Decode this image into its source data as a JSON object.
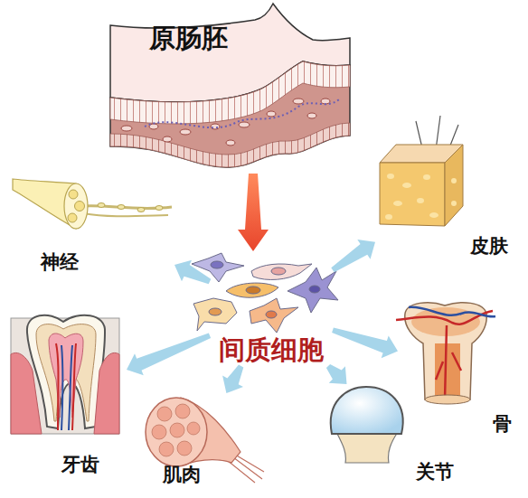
{
  "diagram": {
    "nodes": [
      {
        "text": [
          "原肠胚"
        ]
      },
      {
        "text": [
          "神经"
        ]
      },
      {
        "text": [
          "间质细胞"
        ]
      },
      {
        "text": [
          "皮肤"
        ]
      },
      {
        "text": [
          "牙齿"
        ]
      },
      {
        "text": [
          "骨"
        ]
      },
      {
        "text": [
          "肌肉"
        ]
      },
      {
        "text": [
          "关节"
        ]
      }
    ],
    "edges": [
      {
        "from": 0,
        "to": 2,
        "arrow": "to"
      },
      {
        "from": 2,
        "to": 1,
        "arrow": "to"
      },
      {
        "from": 2,
        "to": 3,
        "arrow": "to"
      },
      {
        "from": 2,
        "to": 4,
        "arrow": "to"
      },
      {
        "from": 2,
        "to": 5,
        "arrow": "to"
      },
      {
        "from": 2,
        "to": 6,
        "arrow": "to"
      },
      {
        "from": 2,
        "to": 7,
        "arrow": "to"
      }
    ]
  }
}
